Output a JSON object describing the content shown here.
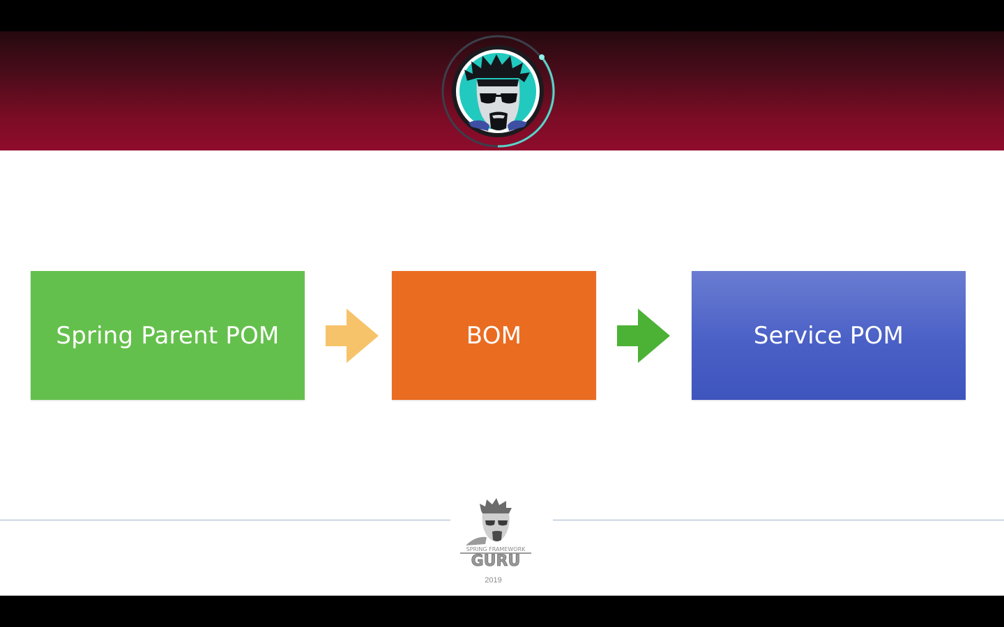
{
  "diagram": {
    "nodes": [
      {
        "id": "spring-parent-pom",
        "label": "Spring Parent POM",
        "color": "#64c04c"
      },
      {
        "id": "bom",
        "label": "BOM",
        "color": "#ea6c21"
      },
      {
        "id": "service-pom",
        "label": "Service POM",
        "color": "#4a60c6"
      }
    ],
    "edges": [
      {
        "from": "spring-parent-pom",
        "to": "bom",
        "color": "#f7c36a"
      },
      {
        "from": "bom",
        "to": "service-pom",
        "color": "#4cb236"
      }
    ]
  },
  "colors": {
    "header_top": "#250a0f",
    "header_bottom": "#8f0c2d",
    "footer_rule": "#9fb3c8"
  },
  "footer_logo": {
    "top_text": "SPRING FRAMEWORK",
    "brand": "GURU",
    "year": "2019"
  }
}
